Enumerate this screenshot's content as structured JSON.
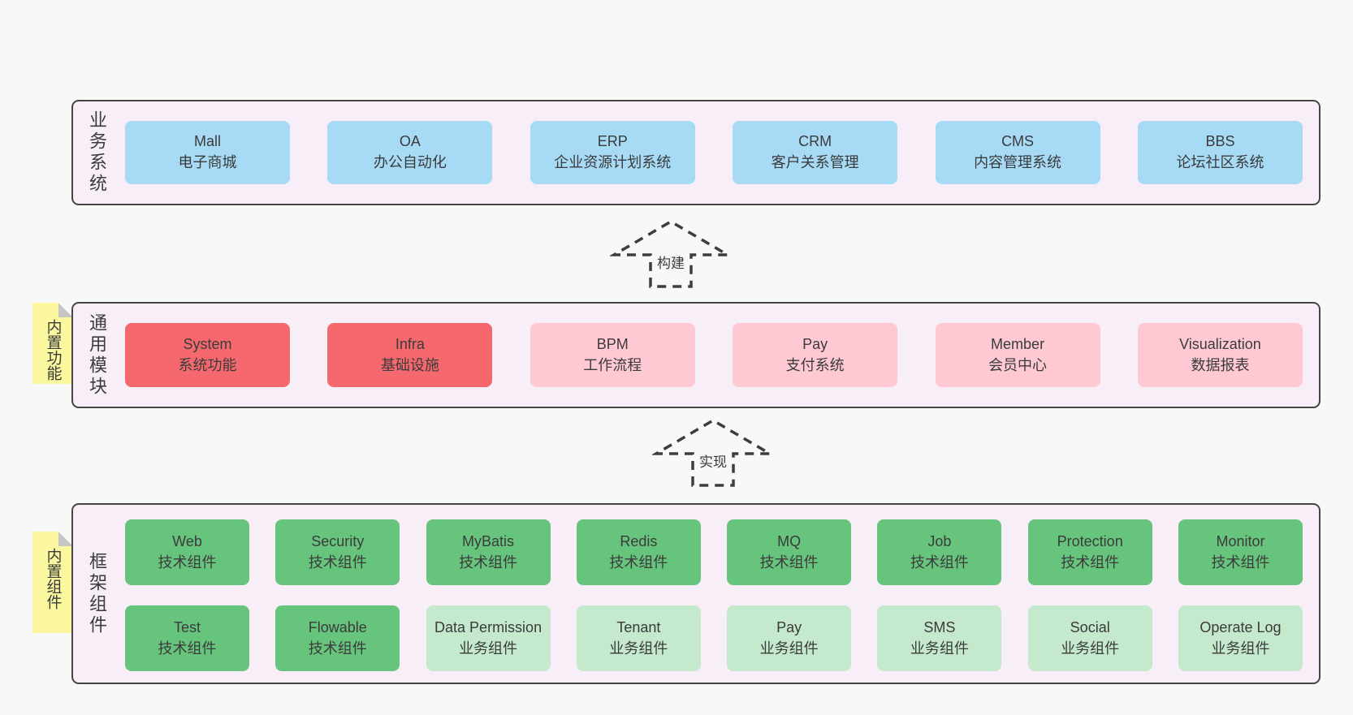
{
  "colors": {
    "page_bg": "#f8f8f8",
    "panel_bg": "#f8eef7",
    "panel_border": "#454545",
    "blue_box": "#a7daf5",
    "red_box": "#f5696e",
    "pink_box": "#ffc9d3",
    "green_box": "#67c47d",
    "light_green_box": "#c4e9cd",
    "note_yellow": "#fbf8a0",
    "fold_gray": "#c6c6c6",
    "text": "#3b3b3b"
  },
  "sections": {
    "business": {
      "label": "业务系统",
      "boxes": [
        {
          "name": "Mall",
          "desc": "电子商城"
        },
        {
          "name": "OA",
          "desc": "办公自动化"
        },
        {
          "name": "ERP",
          "desc": "企业资源计划系统"
        },
        {
          "name": "CRM",
          "desc": "客户关系管理"
        },
        {
          "name": "CMS",
          "desc": "内容管理系统"
        },
        {
          "name": "BBS",
          "desc": "论坛社区系统"
        }
      ]
    },
    "modules": {
      "label": "通用模块",
      "note": "内置功能",
      "boxes": [
        {
          "name": "System",
          "desc": "系统功能"
        },
        {
          "name": "Infra",
          "desc": "基础设施"
        },
        {
          "name": "BPM",
          "desc": "工作流程"
        },
        {
          "name": "Pay",
          "desc": "支付系统"
        },
        {
          "name": "Member",
          "desc": "会员中心"
        },
        {
          "name": "Visualization",
          "desc": "数据报表"
        }
      ]
    },
    "components": {
      "label": "框架组件",
      "note": "内置组件",
      "row1": [
        {
          "name": "Web",
          "desc": "技术组件"
        },
        {
          "name": "Security",
          "desc": "技术组件"
        },
        {
          "name": "MyBatis",
          "desc": "技术组件"
        },
        {
          "name": "Redis",
          "desc": "技术组件"
        },
        {
          "name": "MQ",
          "desc": "技术组件"
        },
        {
          "name": "Job",
          "desc": "技术组件"
        },
        {
          "name": "Protection",
          "desc": "技术组件"
        },
        {
          "name": "Monitor",
          "desc": "技术组件"
        }
      ],
      "row2": [
        {
          "name": "Test",
          "desc": "技术组件"
        },
        {
          "name": "Flowable",
          "desc": "技术组件"
        },
        {
          "name": "Data Permission",
          "desc": "业务组件"
        },
        {
          "name": "Tenant",
          "desc": "业务组件"
        },
        {
          "name": "Pay",
          "desc": "业务组件"
        },
        {
          "name": "SMS",
          "desc": "业务组件"
        },
        {
          "name": "Social",
          "desc": "业务组件"
        },
        {
          "name": "Operate Log",
          "desc": "业务组件"
        }
      ]
    }
  },
  "arrows": [
    {
      "label": "构建"
    },
    {
      "label": "实现"
    }
  ]
}
